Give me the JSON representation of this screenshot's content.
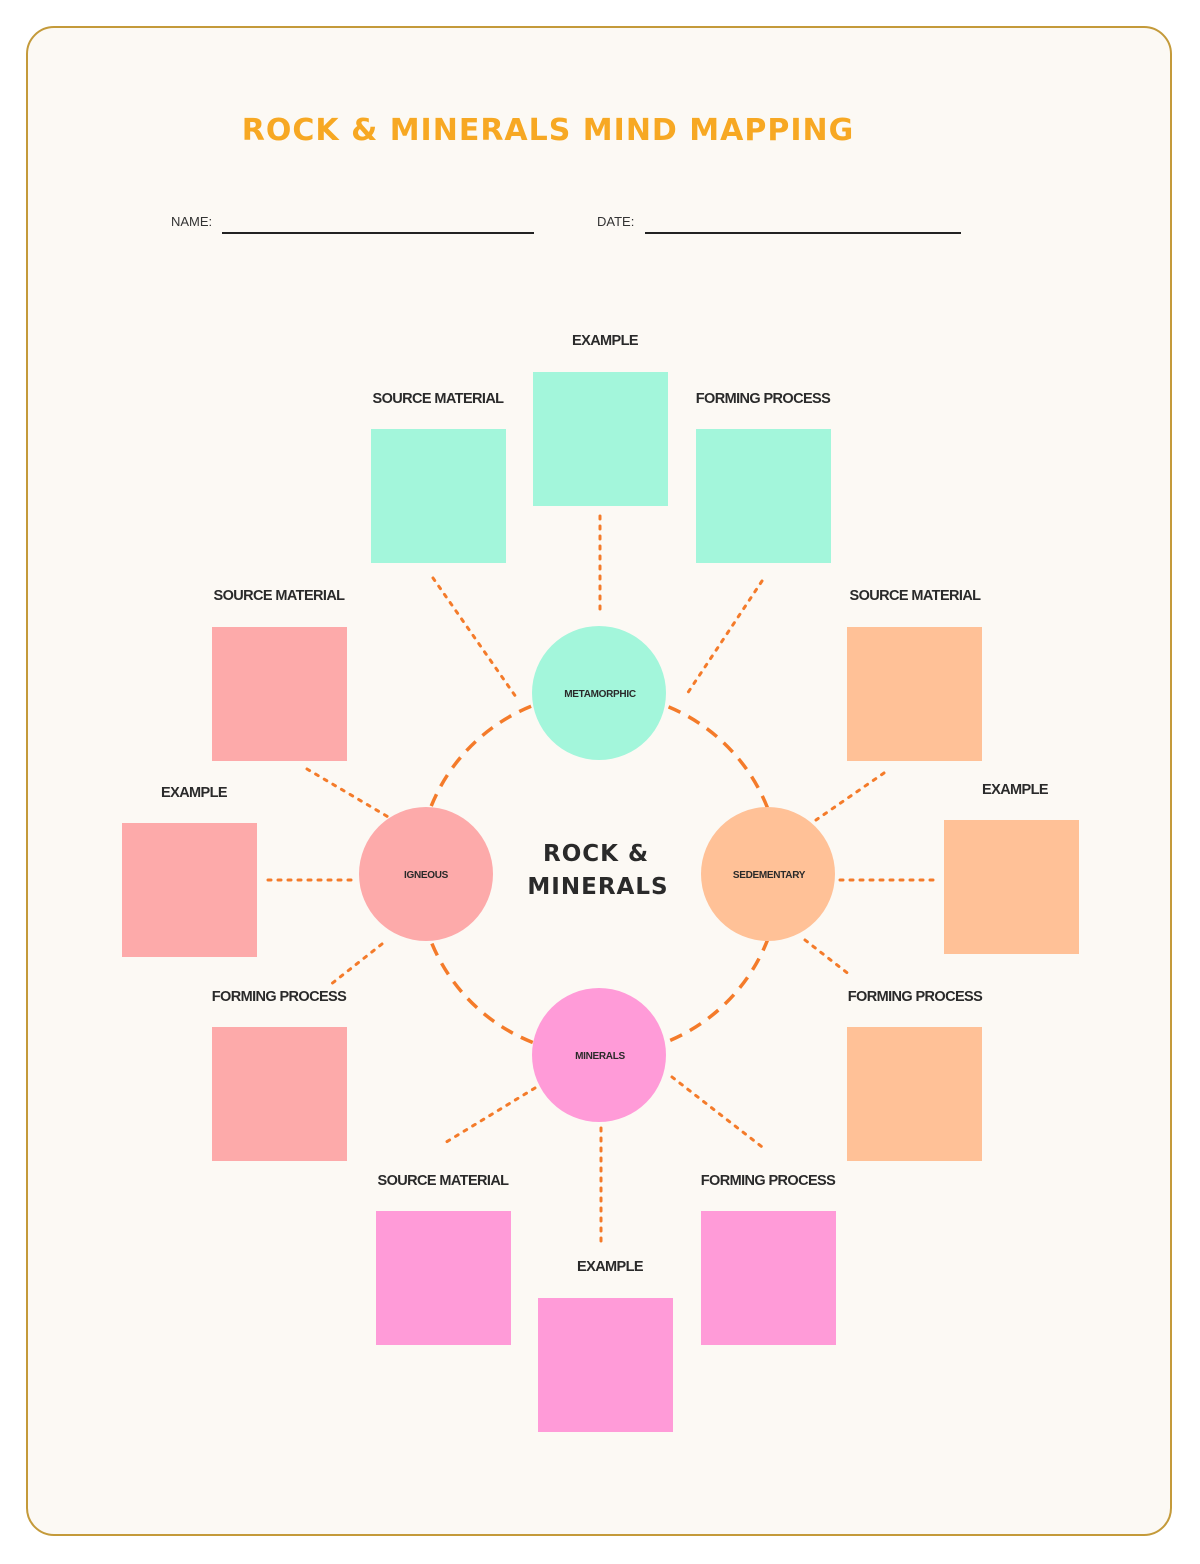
{
  "title": "ROCK & MINERALS MIND MAPPING",
  "form": {
    "name_label": "NAME:",
    "date_label": "DATE:"
  },
  "center": {
    "line1": "ROCK &",
    "line2": "MINERALS"
  },
  "colors": {
    "metamorphic": "#a3f6db",
    "igneous": "#fdaaaa",
    "sedementary": "#ffc197",
    "minerals": "#ff9bd8",
    "connector": "#f47b2a",
    "title": "#f7a823",
    "border": "#c49a3a"
  },
  "nodes": {
    "metamorphic": {
      "label": "METAMORPHIC",
      "boxes": {
        "example": "EXAMPLE",
        "source": "SOURCE MATERIAL",
        "forming": "FORMING PROCESS"
      }
    },
    "igneous": {
      "label": "IGNEOUS",
      "boxes": {
        "source": "SOURCE MATERIAL",
        "example": "EXAMPLE",
        "forming": "FORMING PROCESS"
      }
    },
    "sedementary": {
      "label": "SEDEMENTARY",
      "boxes": {
        "source": "SOURCE MATERIAL",
        "example": "EXAMPLE",
        "forming": "FORMING PROCESS"
      }
    },
    "minerals": {
      "label": "MINERALS",
      "boxes": {
        "source": "SOURCE MATERIAL",
        "forming": "FORMING PROCESS",
        "example": "EXAMPLE"
      }
    }
  }
}
